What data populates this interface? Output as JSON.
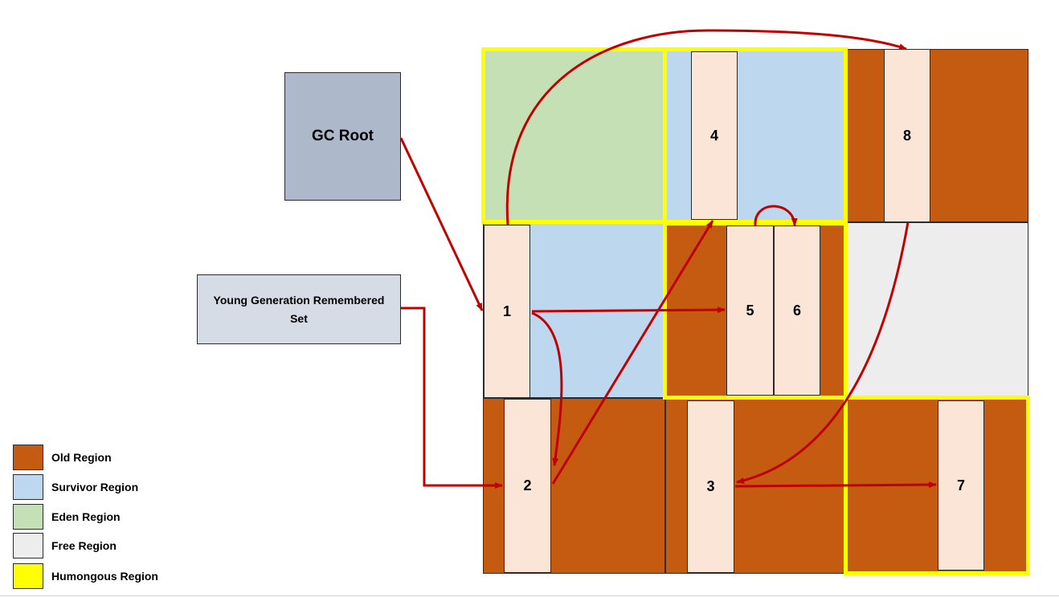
{
  "colors": {
    "old": "#c55a11",
    "survivor": "#bdd7ee",
    "eden": "#c5e0b4",
    "free": "#ededed",
    "humongous": "#ffff00",
    "object": "#fbe5d6",
    "arrow": "#c00000",
    "gc_root": "#adb9ca",
    "remembered_set": "#d6dce5"
  },
  "boxes": {
    "gc_root": "GC Root",
    "remembered_set": "Young Generation Remembered Set"
  },
  "objects": {
    "o1": "1",
    "o2": "2",
    "o3": "3",
    "o4": "4",
    "o5": "5",
    "o6": "6",
    "o7": "7",
    "o8": "8"
  },
  "legend": [
    {
      "label": "Old Region",
      "color": "#c55a11"
    },
    {
      "label": "Survivor Region",
      "color": "#bdd7ee"
    },
    {
      "label": "Eden Region",
      "color": "#c5e0b4"
    },
    {
      "label": "Free Region",
      "color": "#ededed"
    },
    {
      "label": "Humongous Region",
      "color": "#ffff00"
    }
  ]
}
